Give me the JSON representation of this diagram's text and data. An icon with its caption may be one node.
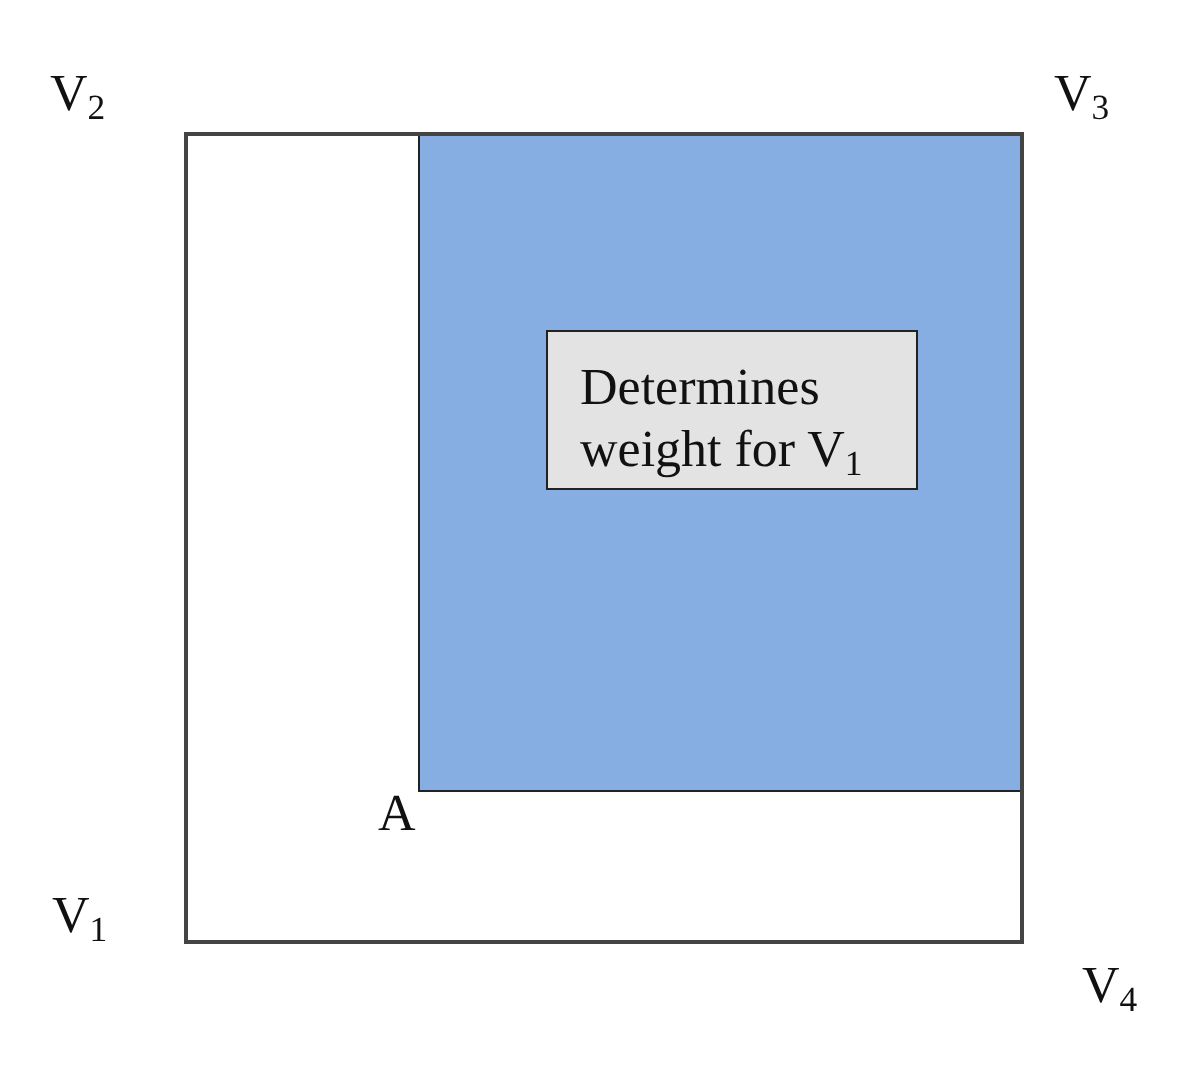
{
  "diagram": {
    "nodes": [
      {
        "text": [],
        "shape": "box"
      },
      {
        "text": [],
        "shape": "box",
        "in": 0
      },
      {
        "text": [
          "Determines weight for V$_{1}$"
        ],
        "in": 1
      }
    ],
    "labels": [
      "V$_{2}$",
      "V$_{3}$",
      "A",
      "V$_{1}$",
      "V$_{4}$"
    ]
  }
}
